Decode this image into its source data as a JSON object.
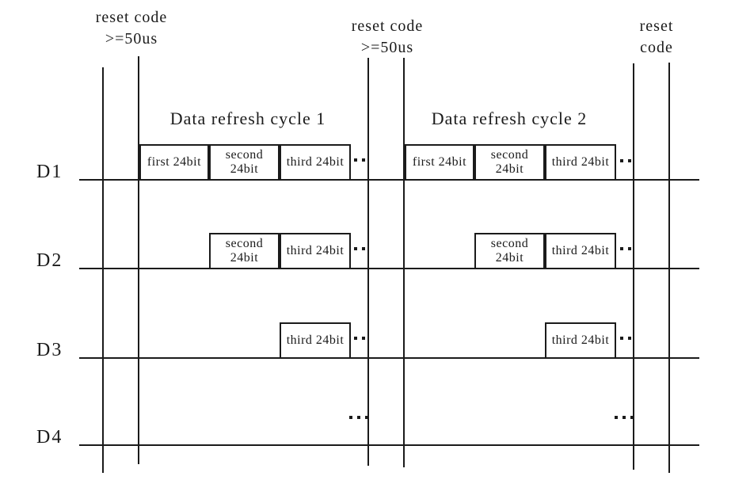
{
  "palette": {
    "background": "#ffffff",
    "ink": "#1b1b1b"
  },
  "reset_markers": [
    {
      "line1": "reset code",
      "line2": ">=50us"
    },
    {
      "line1": "reset code",
      "line2": ">=50us"
    },
    {
      "line1": "reset",
      "line2": "code"
    }
  ],
  "cycle_headers": [
    {
      "label": "Data refresh cycle 1"
    },
    {
      "label": "Data refresh cycle 2"
    }
  ],
  "rows": [
    {
      "label": "D1",
      "boxes": [
        {
          "l1": "first 24bit"
        },
        {
          "l1": "second",
          "l2": "24bit"
        },
        {
          "l1": "third 24bit"
        },
        {
          "l1": "first 24bit"
        },
        {
          "l1": "second",
          "l2": "24bit"
        },
        {
          "l1": "third 24bit"
        }
      ]
    },
    {
      "label": "D2",
      "boxes": [
        {
          "l1": "second",
          "l2": "24bit"
        },
        {
          "l1": "third 24bit"
        },
        {
          "l1": "second",
          "l2": "24bit"
        },
        {
          "l1": "third 24bit"
        }
      ]
    },
    {
      "label": "D3",
      "boxes": [
        {
          "l1": "third 24bit"
        },
        {
          "l1": "third 24bit"
        }
      ]
    },
    {
      "label": "D4",
      "boxes": []
    }
  ]
}
